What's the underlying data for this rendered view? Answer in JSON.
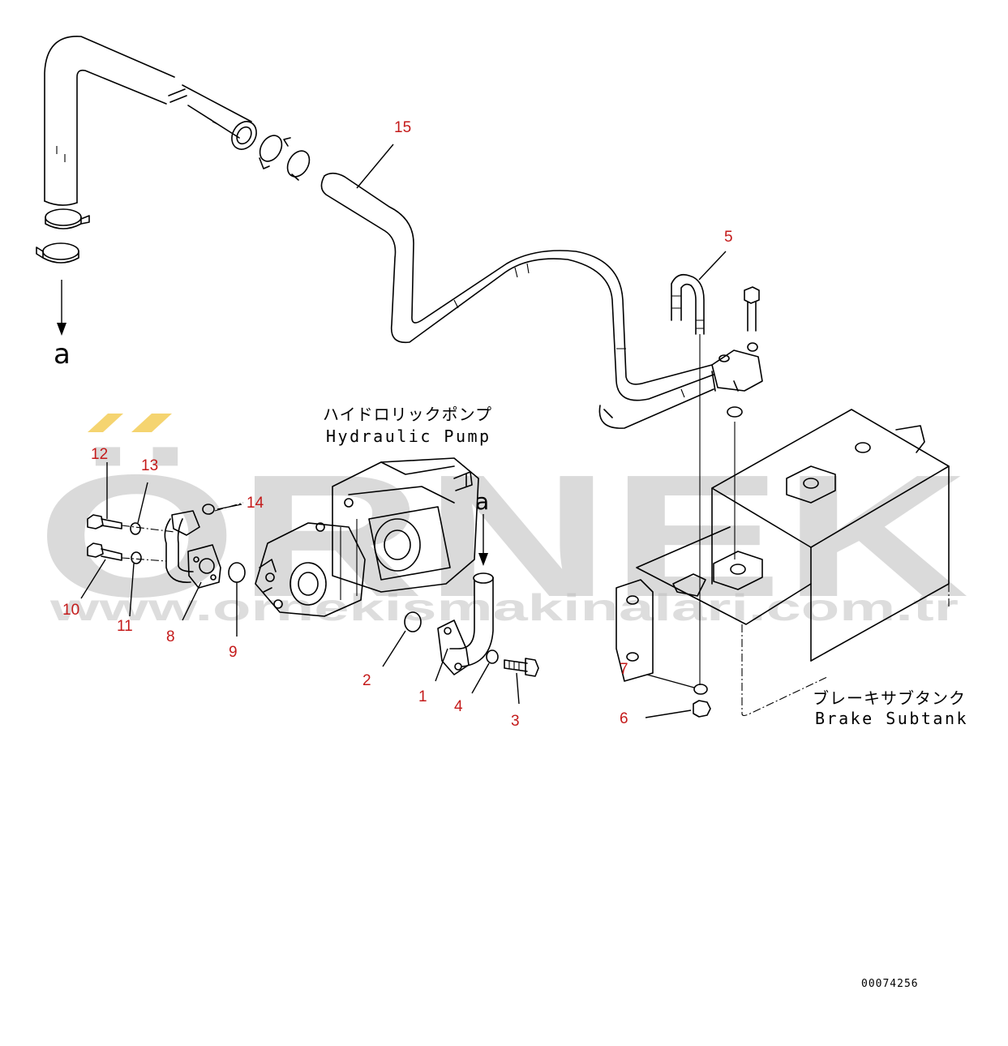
{
  "drawing_number": "00074256",
  "watermark": {
    "brand": "ÖRNEK",
    "url": "www.ornekismakinalari.com.tr",
    "accent_color": "#f2c94c"
  },
  "components": {
    "hydraulic_pump": {
      "label_jp": "ハイドロリックポンプ",
      "label_en": "Hydraulic Pump"
    },
    "brake_subtank": {
      "label_jp": "ブレーキサブタンク",
      "label_en": "Brake Subtank"
    }
  },
  "connection_marker": {
    "letter": "a"
  },
  "callouts": [
    "1",
    "2",
    "3",
    "4",
    "5",
    "6",
    "7",
    "8",
    "9",
    "10",
    "11",
    "12",
    "13",
    "14",
    "15"
  ],
  "colors": {
    "callout": "#c41a1a",
    "line": "#000000",
    "watermark": "#bdbdbd"
  }
}
